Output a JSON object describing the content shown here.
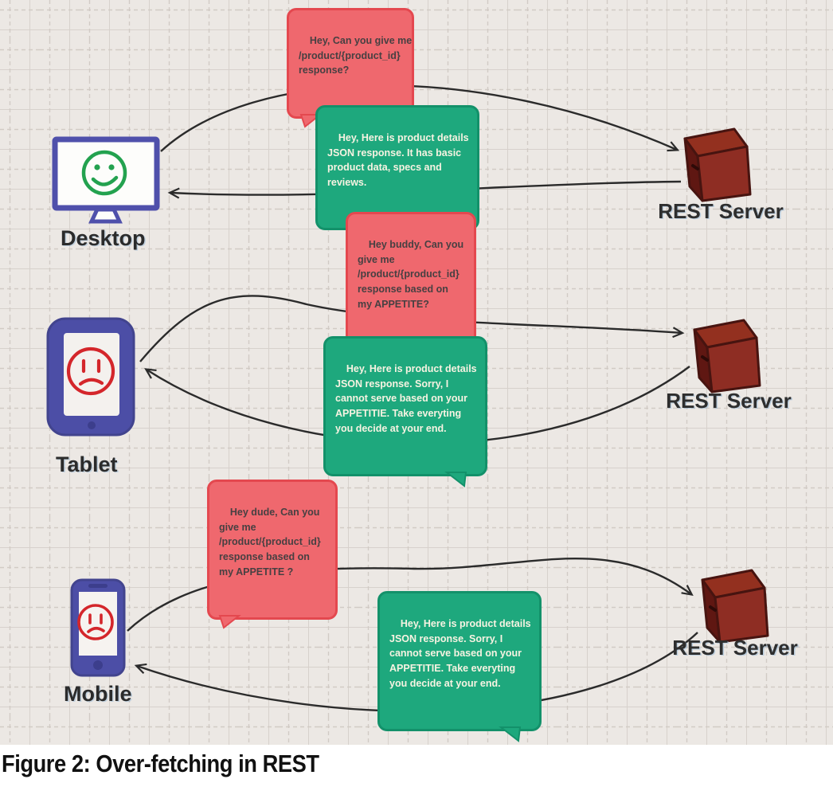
{
  "figure": {
    "caption": "Figure 2: Over-fetching in REST"
  },
  "rows": [
    {
      "device": {
        "label": "Desktop",
        "mood": "happy"
      },
      "request": {
        "text": "Hey, Can you give me\n/product/{product_id}\nresponse?"
      },
      "response": {
        "text": "Hey, Here is product details\nJSON response. It has basic\nproduct data, specs and\nreviews."
      },
      "server": {
        "label": "REST Server"
      }
    },
    {
      "device": {
        "label": "Tablet",
        "mood": "sad"
      },
      "request": {
        "text": "Hey buddy, Can you\ngive me\n/product/{product_id}\nresponse based on\nmy APPETITE?"
      },
      "response": {
        "text": "Hey, Here is product details\nJSON response. Sorry, I\ncannot serve based on your\nAPPETITIE. Take everyting\nyou decide at your end."
      },
      "server": {
        "label": "REST Server"
      }
    },
    {
      "device": {
        "label": "Mobile",
        "mood": "sad"
      },
      "request": {
        "text": "Hey dude, Can you\ngive me\n/product/{product_id}\nresponse based on\nmy APPETITE ?"
      },
      "response": {
        "text": "Hey, Here is product details\nJSON response. Sorry, I\ncannot serve based on your\nAPPETITIE. Take everyting\nyou decide at your end."
      },
      "server": {
        "label": "REST Server"
      }
    }
  ],
  "colors": {
    "request_bubble": "#ef686e",
    "request_border": "#e4484f",
    "response_bubble": "#1ea87d",
    "response_border": "#13916a",
    "device_body": "#4c4ea6",
    "server_body": "#8e2d23",
    "happy_face": "#23a24f",
    "sad_face": "#d4262b",
    "arrow": "#2b2b2b",
    "grid_background": "#ece8e4"
  }
}
